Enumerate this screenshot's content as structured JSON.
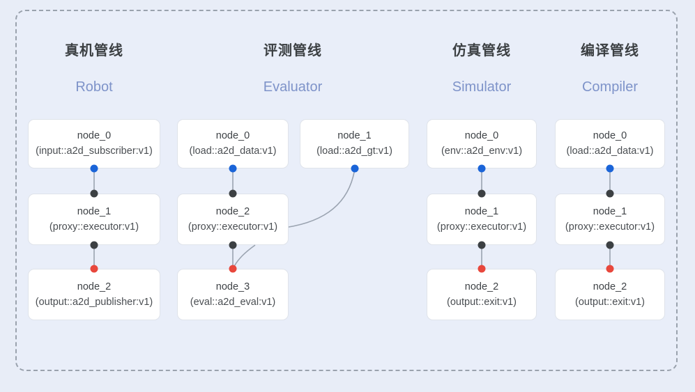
{
  "diagram": {
    "background_color": "#e8edf7",
    "panel_color": "#e9eef9",
    "panel_border_color": "#9aa2ad",
    "card_color": "#ffffff",
    "card_border_color": "#dfe3ea",
    "title_color": "#3c4043",
    "subtitle_color": "#7e93c9",
    "edge_color": "#9aa3b0",
    "port_colors": {
      "output": "#1a64d8",
      "intermediate": "#3c4043",
      "terminal": "#e8473c"
    }
  },
  "columns": [
    {
      "id": "robot",
      "title": "真机管线",
      "subtitle": "Robot",
      "nodes": [
        {
          "id": "node_0",
          "type": "(input::a2d_subscriber:v1)"
        },
        {
          "id": "node_1",
          "type": "(proxy::executor:v1)"
        },
        {
          "id": "node_2",
          "type": "(output::a2d_publisher:v1)"
        }
      ]
    },
    {
      "id": "evaluator",
      "title": "评测管线",
      "subtitle": "Evaluator",
      "nodes": [
        {
          "id": "node_0",
          "type": "(load::a2d_data:v1)"
        },
        {
          "id": "node_1",
          "type": "(load::a2d_gt:v1)"
        },
        {
          "id": "node_2",
          "type": "(proxy::executor:v1)"
        },
        {
          "id": "node_3",
          "type": "(eval::a2d_eval:v1)"
        }
      ]
    },
    {
      "id": "simulator",
      "title": "仿真管线",
      "subtitle": "Simulator",
      "nodes": [
        {
          "id": "node_0",
          "type": "(env::a2d_env:v1)"
        },
        {
          "id": "node_1",
          "type": "(proxy::executor:v1)"
        },
        {
          "id": "node_2",
          "type": "(output::exit:v1)"
        }
      ]
    },
    {
      "id": "compiler",
      "title": "编译管线",
      "subtitle": "Compiler",
      "nodes": [
        {
          "id": "node_0",
          "type": "(load::a2d_data:v1)"
        },
        {
          "id": "node_1",
          "type": "(proxy::executor:v1)"
        },
        {
          "id": "node_2",
          "type": "(output::exit:v1)"
        }
      ]
    }
  ]
}
